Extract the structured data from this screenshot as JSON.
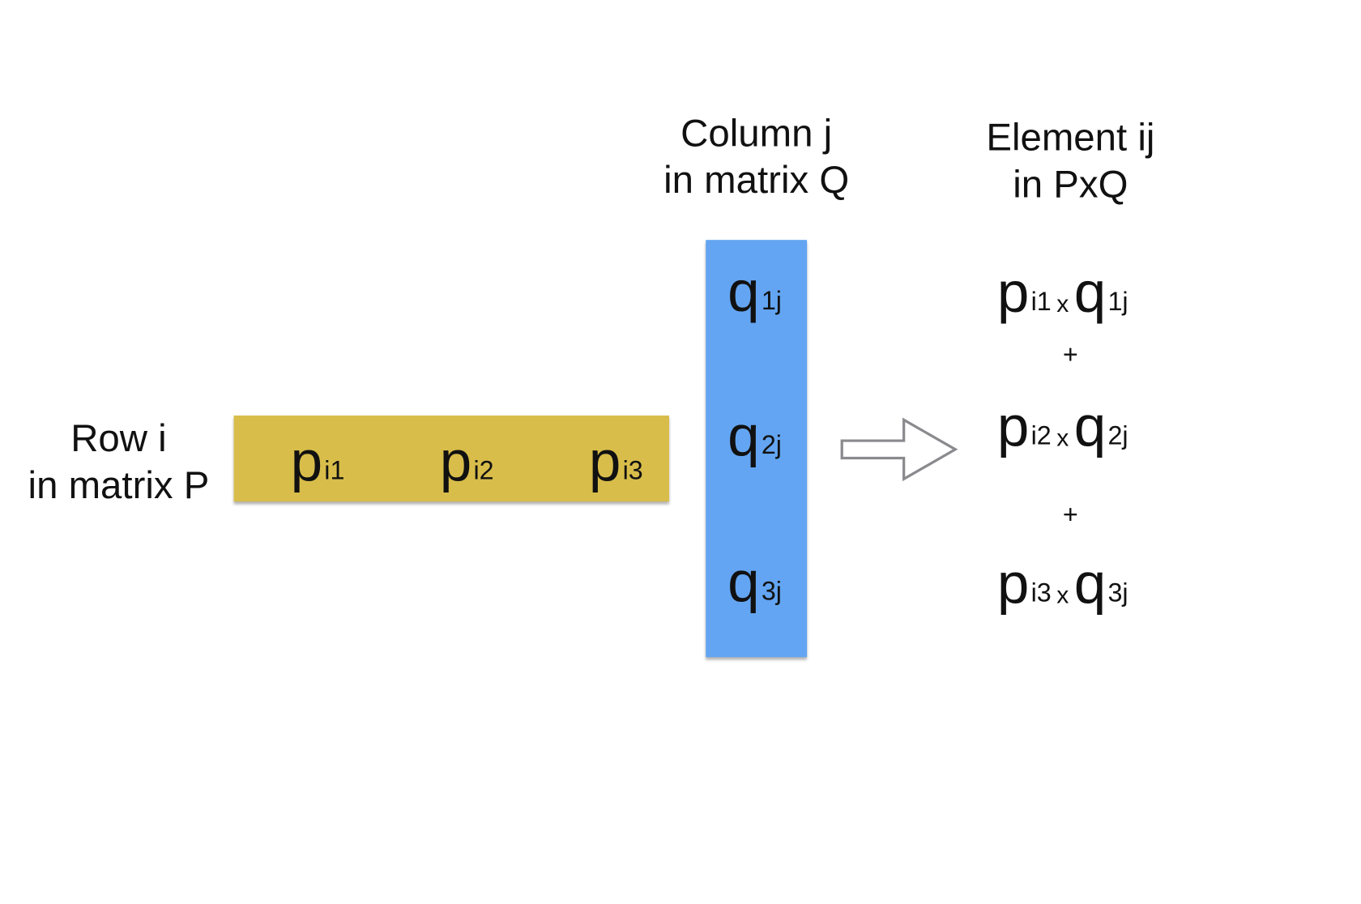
{
  "labels": {
    "row": [
      "Row i",
      "in matrix P"
    ],
    "column": [
      "Column j",
      "in matrix Q"
    ],
    "element": [
      "Element ij",
      "in PxQ"
    ]
  },
  "row_terms": [
    {
      "base": "p",
      "sub": "i1"
    },
    {
      "base": "p",
      "sub": "i2"
    },
    {
      "base": "p",
      "sub": "i3"
    }
  ],
  "column_terms": [
    {
      "base": "q",
      "sub": "1j"
    },
    {
      "base": "q",
      "sub": "2j"
    },
    {
      "base": "q",
      "sub": "3j"
    }
  ],
  "products": [
    {
      "p": "p",
      "p_sub": "i1",
      "op": "x",
      "q": "q",
      "q_sub": "1j"
    },
    {
      "p": "p",
      "p_sub": "i2",
      "op": "x",
      "q": "q",
      "q_sub": "2j"
    },
    {
      "p": "p",
      "p_sub": "i3",
      "op": "x",
      "q": "q",
      "q_sub": "3j"
    }
  ],
  "plus": "+",
  "colors": {
    "row_bar": "#d8bd4a",
    "column_bar": "#63a5f2",
    "arrow": "#8a8a8e"
  }
}
